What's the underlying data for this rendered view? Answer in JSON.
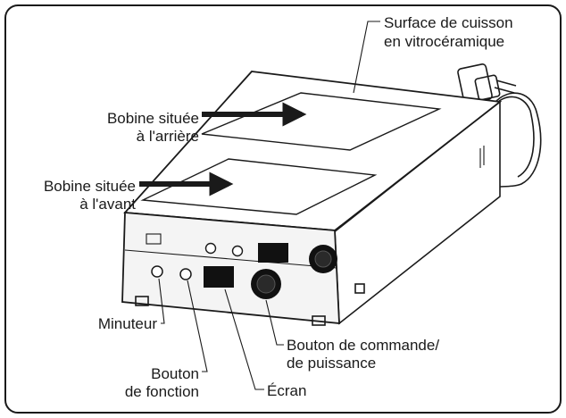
{
  "labels": {
    "surface_line1": "Surface de cuisson",
    "surface_line2": "en vitrocéramique",
    "rear_coil_line1": "Bobine située",
    "rear_coil_line2": "à l'arrière",
    "front_coil_line1": "Bobine située",
    "front_coil_line2": "à l'avant",
    "timer": "Minuteur",
    "function_button_line1": "Bouton",
    "function_button_line2": "de fonction",
    "display": "Écran",
    "control_knob_line1": "Bouton de commande/",
    "control_knob_line2": "de puissance"
  },
  "colors": {
    "line": "#1a1a1a",
    "background": "#ffffff",
    "panel": "#f4f4f4"
  }
}
